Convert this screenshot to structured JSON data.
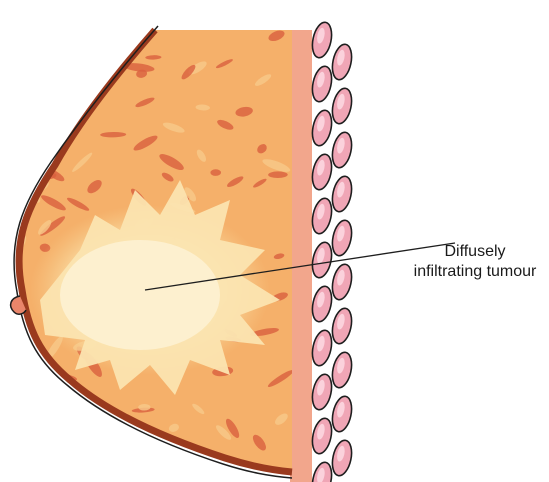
{
  "diagram": {
    "annotation": {
      "line1": "Diffusely",
      "line2": "infiltrating tumour"
    },
    "colors": {
      "tissue": "#f5b06a",
      "tissue_light": "#f8c98a",
      "streaks": "#d9603e",
      "skin_outline": "#9a3a1e",
      "tumour": "#fbe6b8",
      "chest_wall": "#f2a68c",
      "rib_fill": "#f0a6b6",
      "rib_outline": "#1e1e1e",
      "leader_line": "#1e1e1e"
    },
    "icons": [
      "breast-cross-section-illustration",
      "rib-cage-illustration"
    ]
  }
}
